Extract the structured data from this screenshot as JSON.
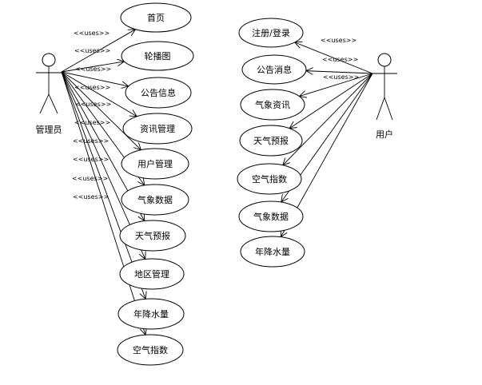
{
  "actors": {
    "admin": {
      "name": "管理员",
      "icon": "stick-figure-icon"
    },
    "user": {
      "name": "用户",
      "icon": "stick-figure-icon"
    }
  },
  "stereotype": "<<uses>>",
  "admin_use_cases": [
    "首页",
    "轮播图",
    "公告信息",
    "资讯管理",
    "用户管理",
    "气象数据",
    "天气预报",
    "地区管理",
    "年降水量",
    "空气指数"
  ],
  "user_use_cases": [
    "注册/登录",
    "公告消息",
    "气象资讯",
    "天气预报",
    "空气指数",
    "气象数据",
    "年降水量"
  ],
  "colors": {
    "stroke": "#000000",
    "background": "#ffffff"
  }
}
